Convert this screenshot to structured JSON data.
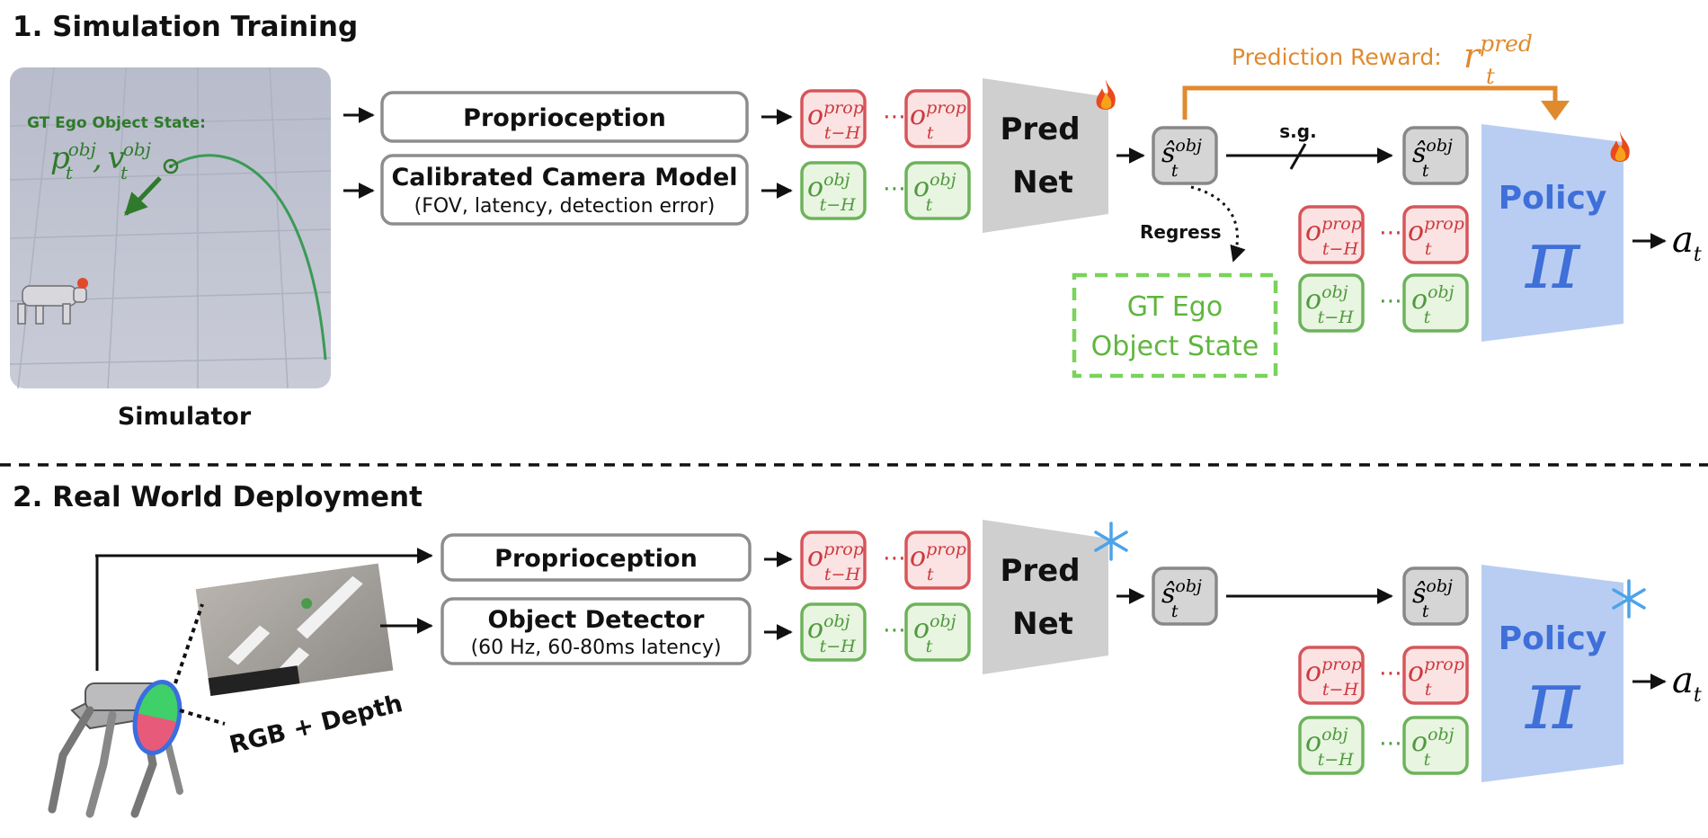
{
  "sections": {
    "sim": {
      "title": "1. Simulation Training"
    },
    "real": {
      "title": "2. Real World Deployment"
    }
  },
  "sim": {
    "simulator_label": "Simulator",
    "gt_state_label": "GT Ego Object State:",
    "gt_state_math": {
      "p": "p",
      "v": "v",
      "sup": "obj",
      "sub": "t"
    },
    "proprioception_label": "Proprioception",
    "camera_title": "Calibrated Camera Model",
    "camera_sub": "(FOV, latency, detection error)",
    "prednet": [
      "Pred",
      "Net"
    ],
    "regress_label": "Regress",
    "sg_label": "s.g.",
    "gt_box": [
      "GT Ego",
      "Object State"
    ],
    "reward_label": "Prediction Reward:",
    "reward_symbol": {
      "r": "r",
      "sup": "pred",
      "sub": "t"
    },
    "policy_label": "Policy",
    "policy_symbol": "π",
    "action": {
      "a": "a",
      "sub": "t"
    }
  },
  "real": {
    "proprioception_label": "Proprioception",
    "detector_title": "Object Detector",
    "detector_sub": "(60 Hz, 60-80ms latency)",
    "prednet": [
      "Pred",
      "Net"
    ],
    "photo_label": "RGB + Depth",
    "policy_label": "Policy",
    "policy_symbol": "π",
    "action": {
      "a": "a",
      "sub": "t"
    }
  },
  "symbols": {
    "o": "o",
    "s_hat": "ŝ",
    "prop": "prop",
    "obj": "obj",
    "t": "t",
    "tH": "t−H",
    "ellipsis": "⋯"
  },
  "icons": {
    "fire": "fire-icon",
    "snow": "snowflake-icon"
  },
  "colors": {
    "red": "#cc3a3f",
    "green": "#4f9a3e",
    "policy": "#b9cdf3",
    "orange": "#e08a2e"
  }
}
